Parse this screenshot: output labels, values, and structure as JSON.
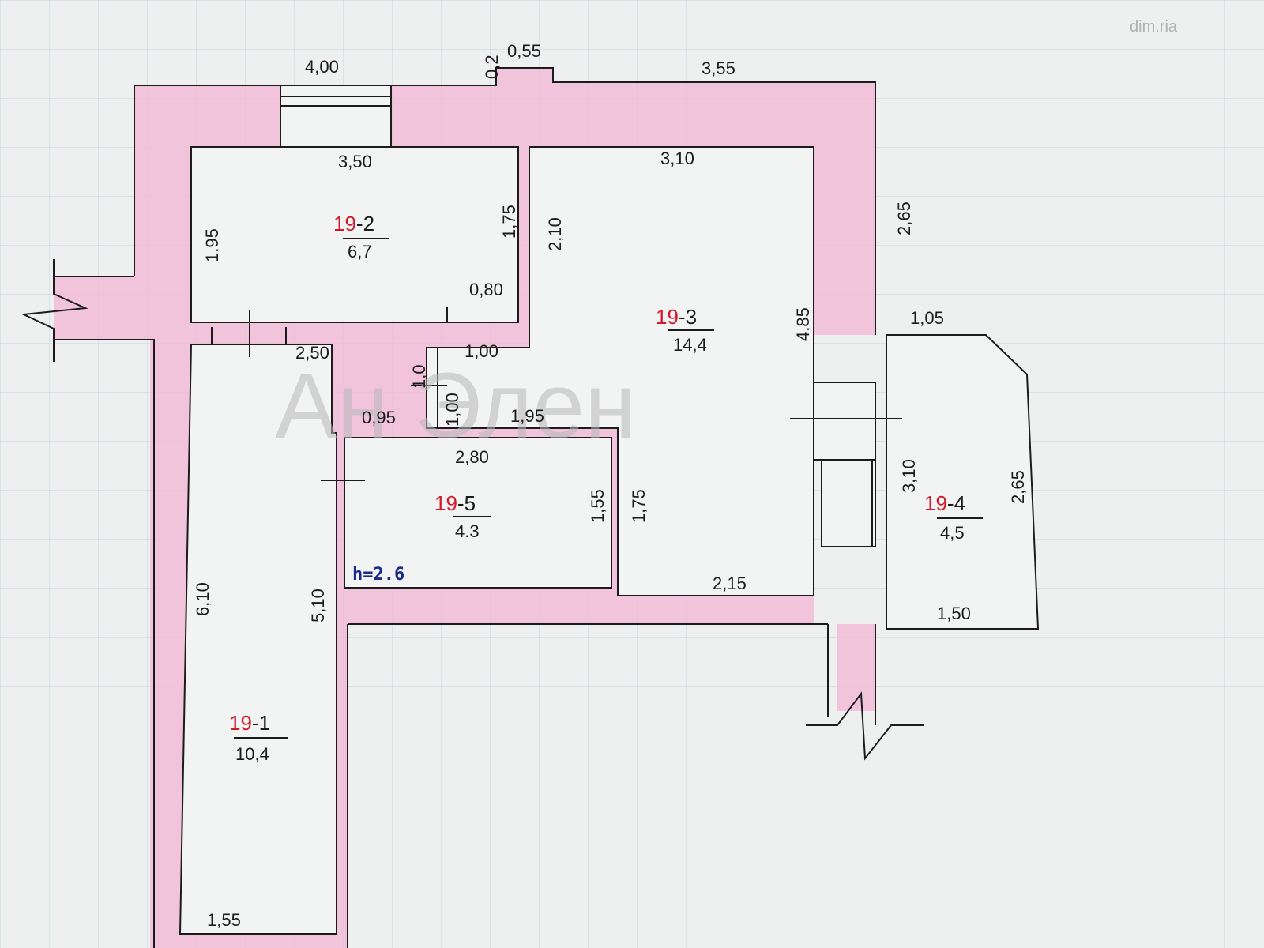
{
  "watermark": "Ан Элен",
  "site_mark": "dim.ria",
  "height_note": "h=2.6",
  "colors": {
    "wall": "#f1b6d4",
    "room_prefix": "#d4182a",
    "height_note": "#1a2a8a",
    "grid": "#c9d9e4"
  },
  "rooms": [
    {
      "prefix": "19",
      "suffix": "-2",
      "area": "6,7"
    },
    {
      "prefix": "19",
      "suffix": "-3",
      "area": "14,4"
    },
    {
      "prefix": "19",
      "suffix": "-5",
      "area": "4.3"
    },
    {
      "prefix": "19",
      "suffix": "-4",
      "area": "4,5"
    },
    {
      "prefix": "19",
      "suffix": "-1",
      "area": "10,4"
    }
  ],
  "dimensions": {
    "top_400": "4,00",
    "top_02": "0,2",
    "top_055": "0,55",
    "top_355": "3,55",
    "r2_350": "3,50",
    "r2_195": "1,95",
    "r2_175": "1,75",
    "r2_080": "0,80",
    "r3_210": "2,10",
    "r3_310": "3,10",
    "right_265": "2,65",
    "r3_485": "4,85",
    "r4_105": "1,05",
    "hall_250": "2,50",
    "hall_100": "1,00",
    "hall_10": "1,0",
    "hall_100b": "1,00",
    "hall_095": "0,95",
    "hall_195": "1,95",
    "r5_280": "2,80",
    "r5_155": "1,55",
    "r3_175": "1,75",
    "r4_310": "3,10",
    "r4_265": "2,65",
    "r3_215": "2,15",
    "r4_150": "1,50",
    "r1_610": "6,10",
    "r1_510": "5,10",
    "r1_155": "1,55"
  }
}
